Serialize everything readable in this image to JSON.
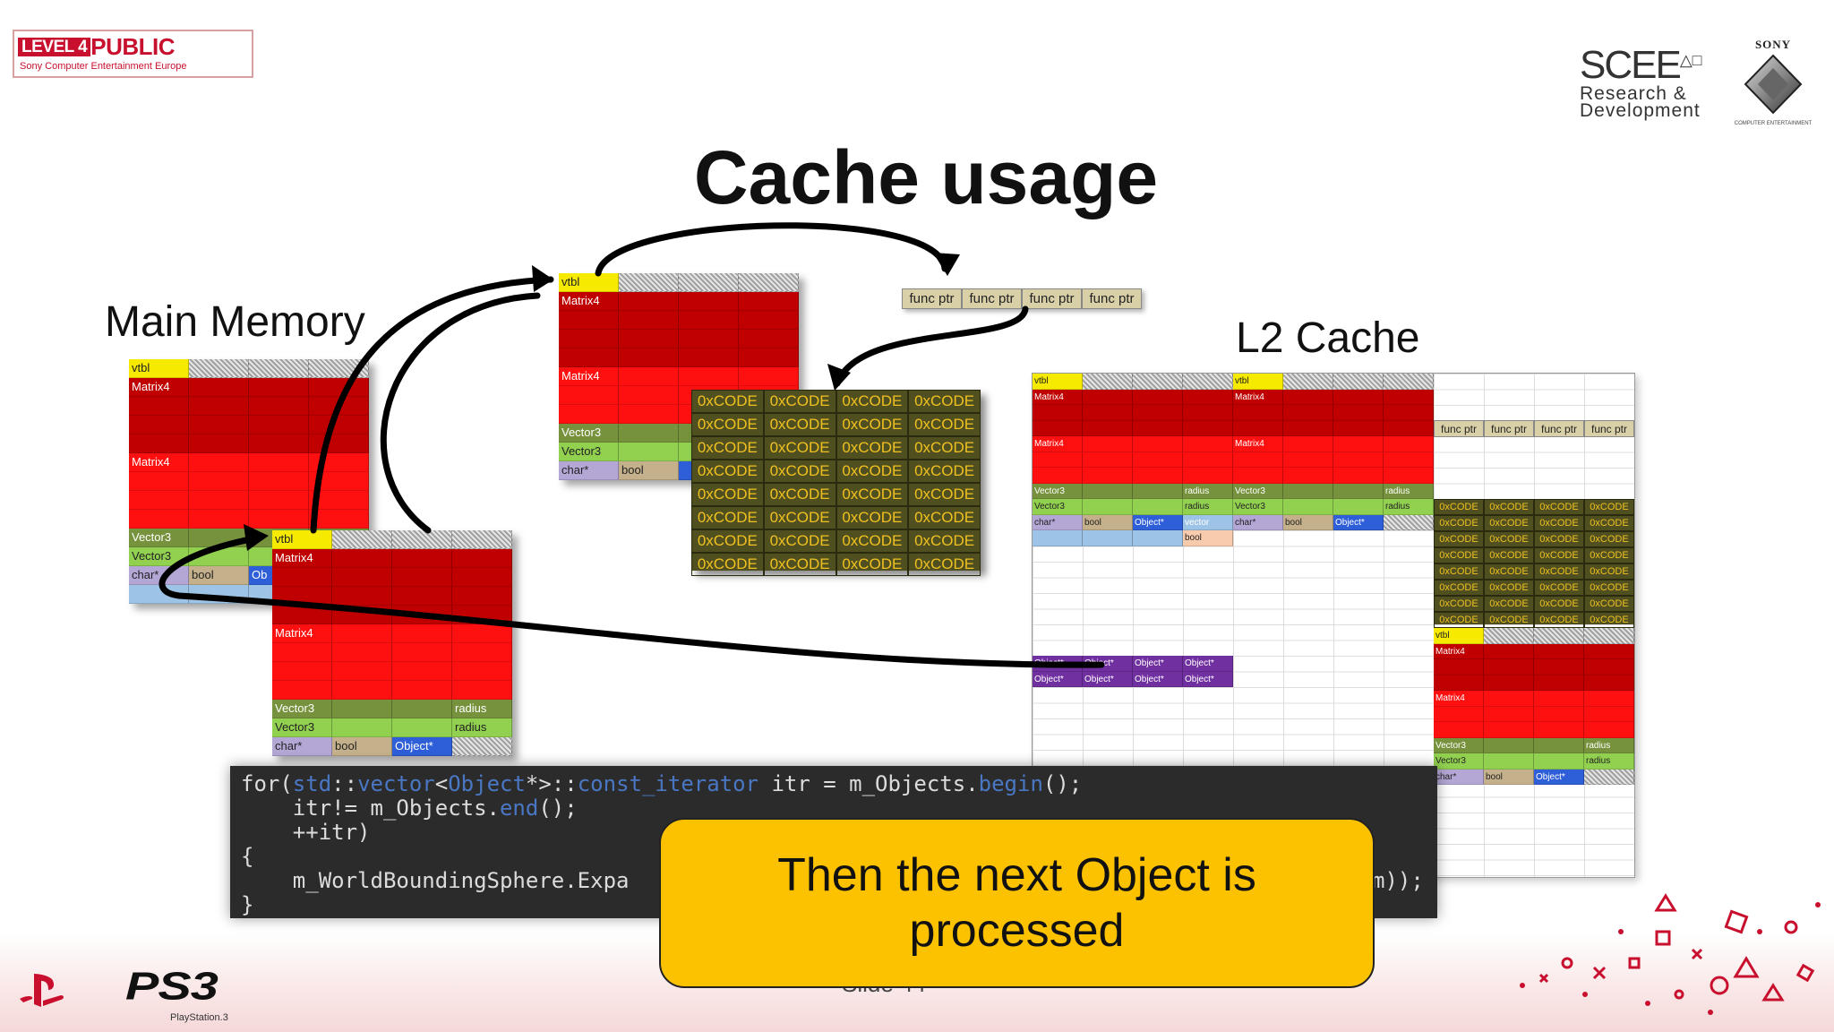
{
  "header": {
    "badge_main": "PUBLIC",
    "badge_level": "LEVEL",
    "badge_level_num": "4",
    "badge_sub": "Sony Computer Entertainment Europe",
    "scee_big": "SCEE",
    "scee_line1": "Research &",
    "scee_line2": "Development",
    "sony_name": "SONY",
    "sony_sub": "COMPUTER ENTERTAINMENT"
  },
  "title": "Cache usage",
  "labels": {
    "main_memory": "Main Memory",
    "l2_cache": "L2 Cache"
  },
  "cell_text": {
    "vtbl": "vtbl",
    "matrix4": "Matrix4",
    "vector3": "Vector3",
    "radius": "radius",
    "char_ptr": "char*",
    "bool": "bool",
    "object_ptr": "Object*",
    "vector": "vector",
    "func_ptr": "func ptr",
    "code": "0xCODE",
    "ob": "Ob"
  },
  "code": {
    "line1_for": "for(",
    "line1_std": "std",
    "line1_sep": "::",
    "line1_vector": "vector",
    "line1_lt": "<",
    "line1_object": "Object",
    "line1_gt": "*>::",
    "line1_citer": "const_iterator",
    "line1_rest": " itr = m_Objects.",
    "line1_begin": "begin",
    "line1_end": "();",
    "line2_a": "    itr!= m_Objects.",
    "line2_end": "end",
    "line2_b": "();",
    "line3": "    ++itr)",
    "line4": "{",
    "line5": "    m_WorldBoundingSphere.Expa",
    "line5_tail": "m));",
    "line6": "}"
  },
  "callout": "Then the next Object is processed",
  "footer": {
    "slide_number": "Slide 44",
    "ps3": "PS3",
    "ps3_sub": "PlayStation.3"
  },
  "colors": {
    "dark_red": "#c00000",
    "red": "#ff1010",
    "yellow": "#f5ea00",
    "olive": "#76923c",
    "light_green": "#92d050",
    "callout": "#fcc200",
    "code_bg": "#2b2b2b",
    "code_text": "#f0c020"
  }
}
